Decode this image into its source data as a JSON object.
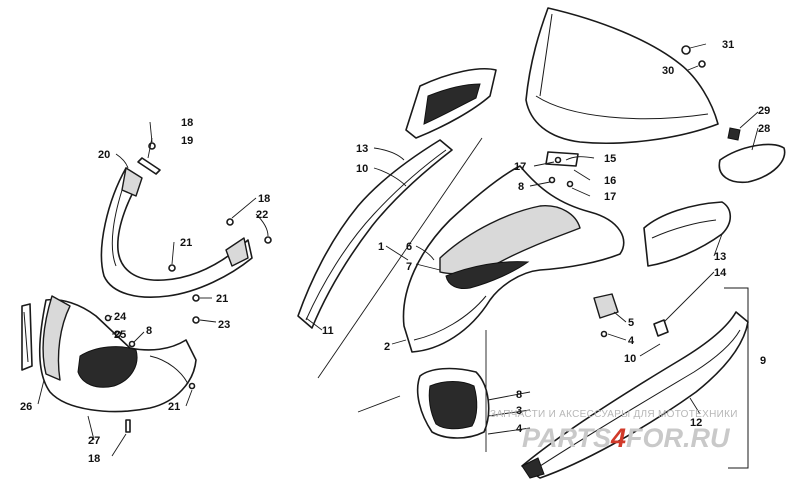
{
  "callouts": {
    "c1": "1",
    "c2": "2",
    "c3": "3",
    "c4a": "4",
    "c4b": "4",
    "c5": "5",
    "c6": "6",
    "c7": "7",
    "c8a": "8",
    "c8b": "8",
    "c8c": "8",
    "c9": "9",
    "c10a": "10",
    "c10b": "10",
    "c11": "11",
    "c12": "12",
    "c13a": "13",
    "c13b": "13",
    "c14": "14",
    "c15": "15",
    "c16": "16",
    "c17a": "17",
    "c17b": "17",
    "c18a": "18",
    "c18b": "18",
    "c18c": "18",
    "c19": "19",
    "c20": "20",
    "c21a": "21",
    "c21b": "21",
    "c21c": "21",
    "c22": "22",
    "c23": "23",
    "c24": "24",
    "c25": "25",
    "c26": "26",
    "c27": "27",
    "c28": "28",
    "c29": "29",
    "c30": "30",
    "c31": "31"
  },
  "watermark": {
    "tagline": "ЗАПЧАСТИ И АКСЕССУАРЫ ДЛЯ МОТОТЕХНИКИ",
    "logo_main": "PARTS",
    "logo_dot": "4",
    "logo_end": "FOR.RU"
  },
  "colors": {
    "line": "#1a1a1a",
    "shade": "#d9d9d9",
    "watermark_grey": "#c9c9c9",
    "watermark_red": "#d13a2a"
  }
}
